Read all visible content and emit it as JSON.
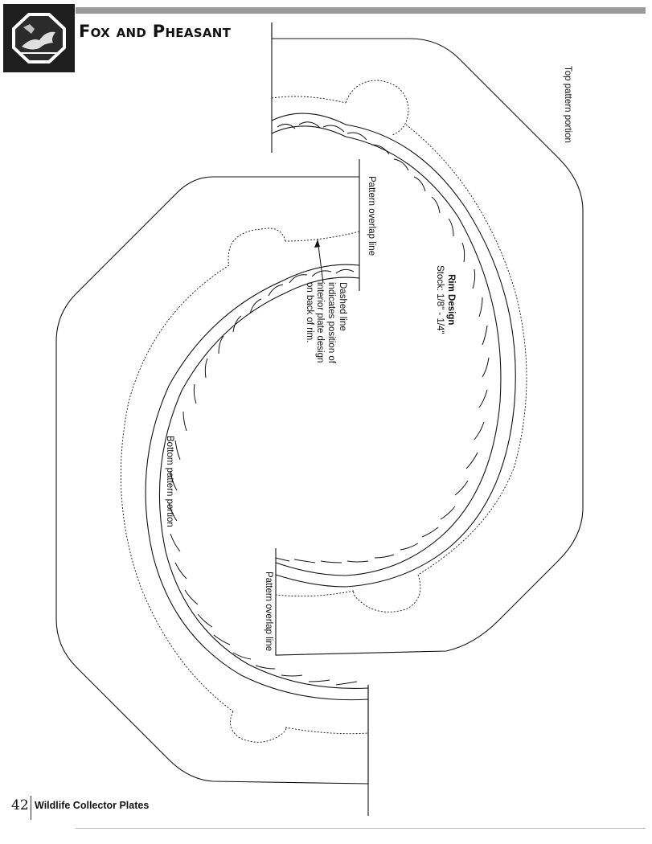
{
  "header": {
    "title": "Fox and Pheasant"
  },
  "labels": {
    "top_portion": "Top pattern portion",
    "bottom_portion": "Bottom pattern portion",
    "overlap_top": "Pattern overlap line",
    "overlap_bottom": "Pattern overlap line",
    "rim_heading": "Rim Design",
    "rim_stock": "Stock: 1/8\" - 1/4\"",
    "note_lines": [
      "Dashed line",
      "indicates position of",
      "interior plate design",
      "on back of rim."
    ]
  },
  "footer": {
    "page_number": "42",
    "book_title": "Wildlife Collector Plates"
  },
  "colors": {
    "header_bar": "#9a9a9a",
    "logo_bg": "#1e1e1e",
    "line": "#111111"
  },
  "icons": {
    "logo": "fox-pheasant-emblem-icon"
  }
}
